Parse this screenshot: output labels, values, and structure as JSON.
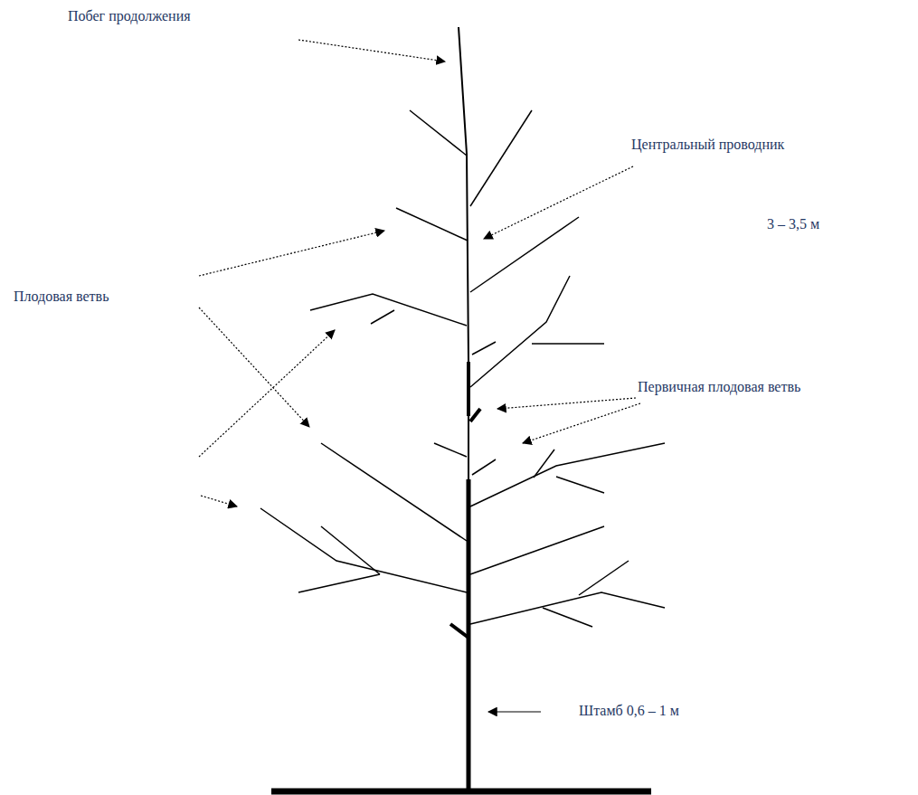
{
  "diagram": {
    "labels": [
      "Побег продолжения",
      "Центральный проводник",
      "3 – 3,5 м",
      "Плодовая ветвь",
      "Первичная плодовая ветвь",
      "Штамб 0,6 – 1 м"
    ]
  }
}
